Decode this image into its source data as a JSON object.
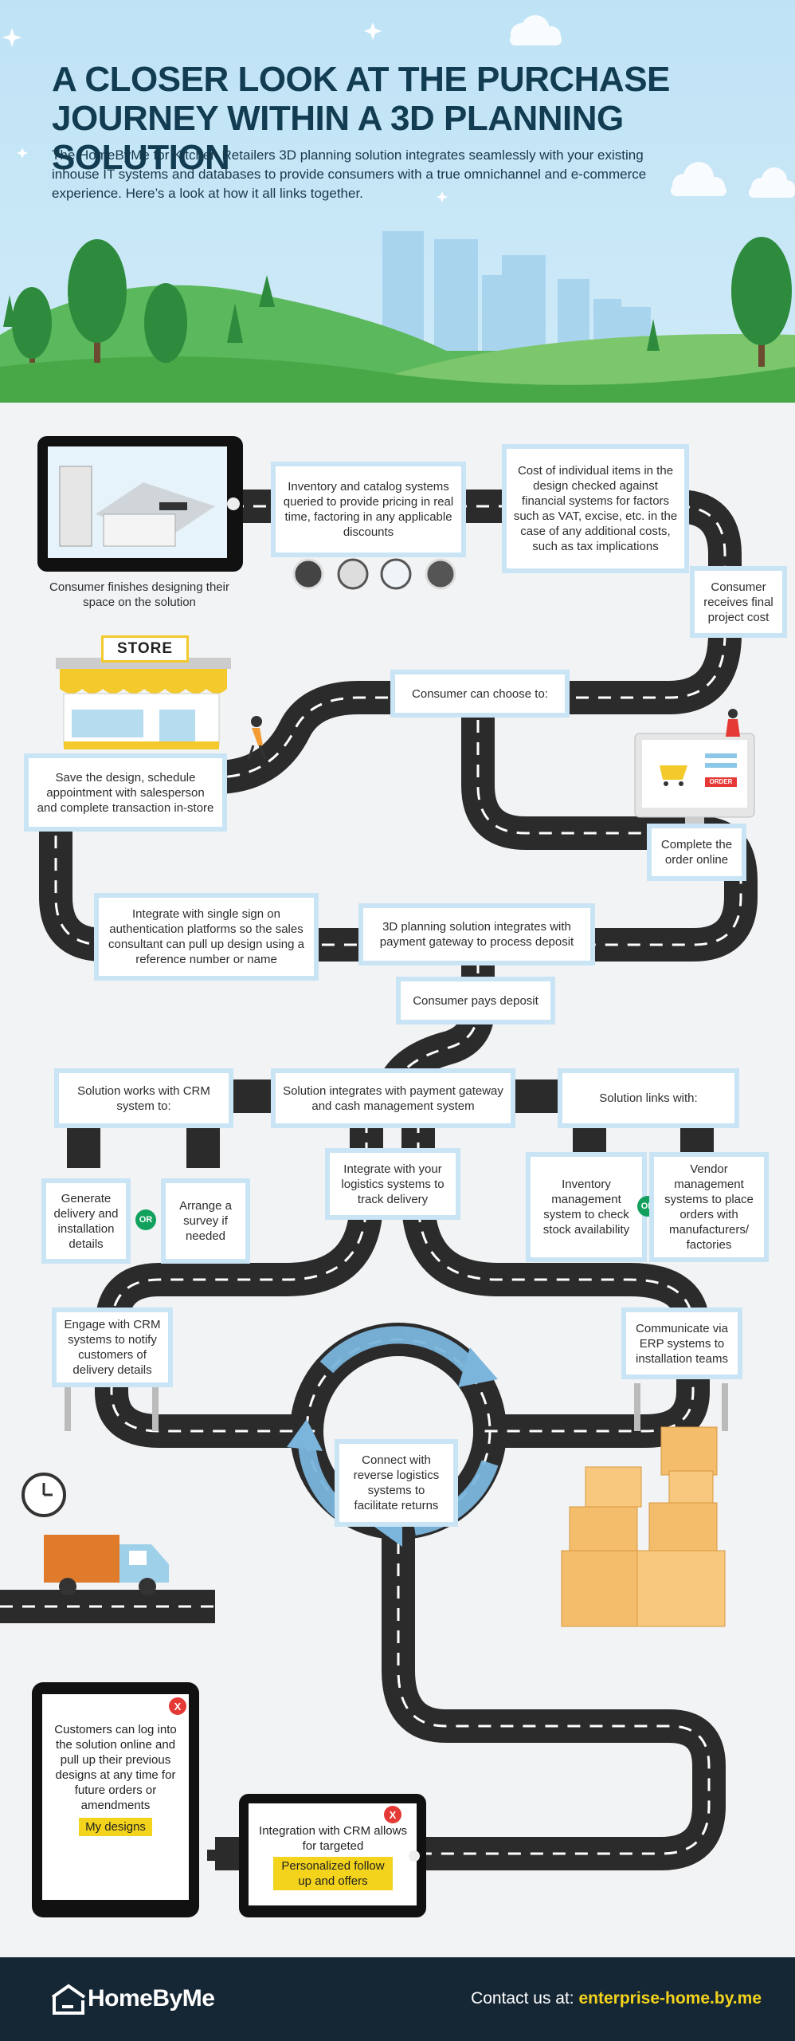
{
  "header": {
    "title_line1": "A CLOSER LOOK AT THE PURCHASE",
    "title_line2": "JOURNEY WITHIN A 3D PLANNING SOLUTION",
    "intro": "The HomeByMe for Kitchen Retailers 3D planning solution integrates seamlessly with your existing inhouse IT systems and databases to provide consumers with a true omnichannel and e-commerce experience. Here’s a look at how it all links together."
  },
  "steps": {
    "design": "Consumer finishes designing their space on the solution",
    "inventory": "Inventory and catalog systems queried to provide pricing in real time, factoring in any applicable discounts",
    "cost": "Cost of individual items in the design checked against financial systems for factors such as VAT, excise, etc. in the case of any additional costs, such as tax implications",
    "final_cost": "Consumer receives final project cost",
    "choose": "Consumer can choose to:",
    "store_sign": "STORE",
    "save": "Save the design, schedule appointment with salesperson and complete transaction in-store",
    "online": "Complete the order online",
    "order_label": "ORDER",
    "sso": "Integrate with single sign on authentication platforms so the sales consultant can pull up design using a reference number or name",
    "payment": "3D planning solution integrates with payment gateway to process deposit",
    "deposit": "Consumer pays deposit",
    "crm": "Solution works with CRM system to:",
    "cash": "Solution integrates with payment gateway and cash management system",
    "links": "Solution links with:",
    "generate": "Generate delivery and installation details",
    "or": "OR",
    "survey": "Arrange a survey if needed",
    "logistics": "Integrate with your logistics systems to track delivery",
    "inv_mgmt": "Inventory management system to check stock availability",
    "vendor": "Vendor management systems to place orders with manufacturers/ factories",
    "engage": "Engage with CRM systems to notify customers of delivery details",
    "erp": "Communicate via ERP systems to installation teams",
    "reverse": "Connect with reverse logistics systems to facilitate returns",
    "login": "Customers can log into the solution online and pull up their previous designs at any time for future orders or amendments",
    "my_designs": "My designs",
    "crm_target": "Integration with CRM allows for targeted",
    "personalized": "Personalized follow up and offers",
    "close": "X"
  },
  "footer": {
    "brand": "HomeByMe",
    "contact_prefix": "Contact us at: ",
    "contact_url": "enterprise-home.by.me"
  },
  "colors": {
    "sky": "#c6e6f6",
    "road": "#2b2b2b",
    "box_border": "#c9e4f4",
    "accent_yellow": "#f3d31c",
    "footer_bg": "#152634",
    "or_green": "#12a15d"
  }
}
